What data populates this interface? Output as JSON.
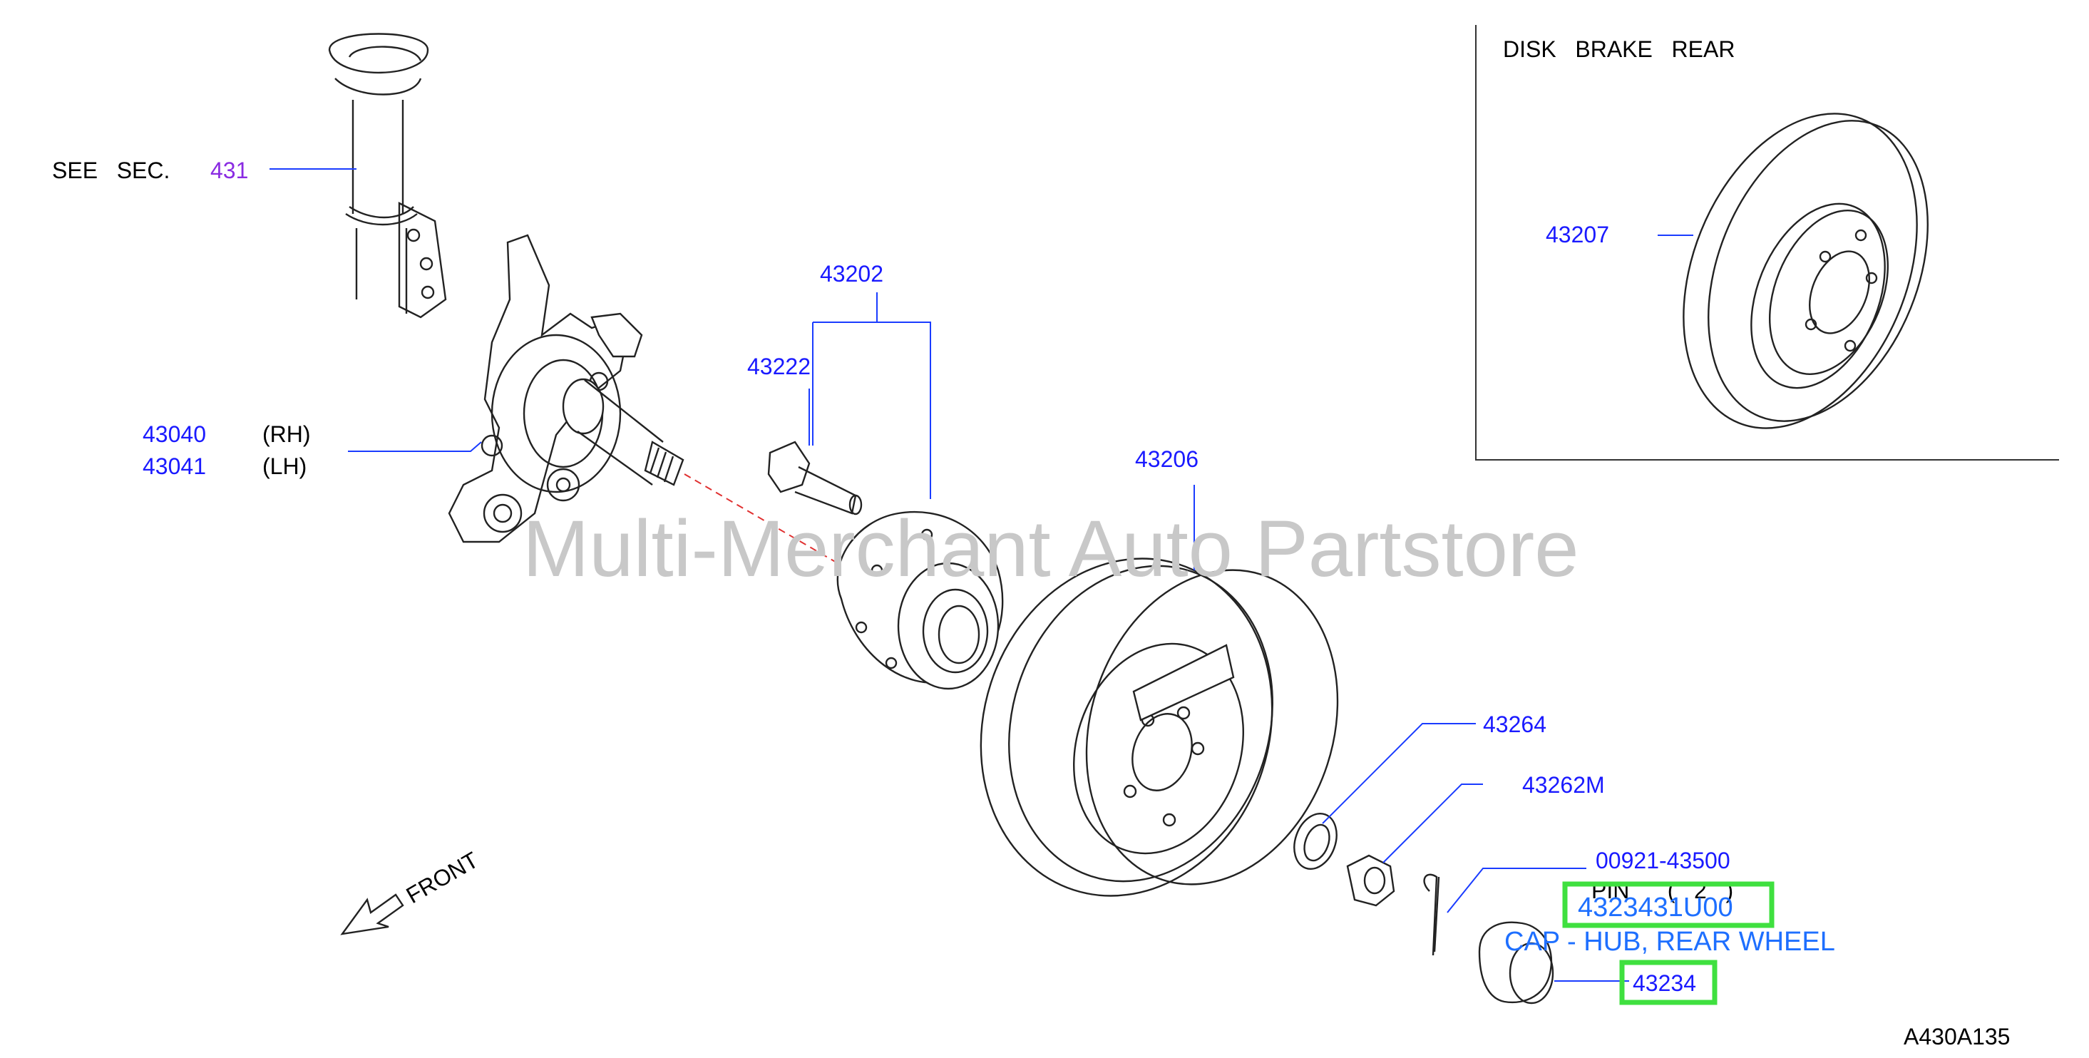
{
  "diagram": {
    "inset_title": "DISK   BRAKE   REAR",
    "see_sec_prefix": "SEE   SEC.",
    "see_sec_number": "431",
    "knuckle_rh_number": "43040",
    "knuckle_rh_side": "(RH)",
    "knuckle_lh_number": "43041",
    "knuckle_lh_side": "(LH)",
    "hub_assy_number": "43202",
    "hub_bolt_number": "43222",
    "drum_number": "43206",
    "rotor_number": "43207",
    "washer_number": "43264",
    "nut_number": "43262M",
    "pin_number": "00921-43500",
    "pin_label": "PIN      (   2   )",
    "cap_number": "43234",
    "front_label": "FRONT",
    "figure_code": "A430A135",
    "watermark": "Multi-Merchant Auto Partstore",
    "highlight_part_number": "4323431U00",
    "highlight_part_desc": "CAP - HUB, REAR WHEEL"
  },
  "colors": {
    "callout": "#1a1aff",
    "highlight": "#3fe03f",
    "watermark": "#c8c8c8",
    "see_sec": "#8a2be2"
  }
}
